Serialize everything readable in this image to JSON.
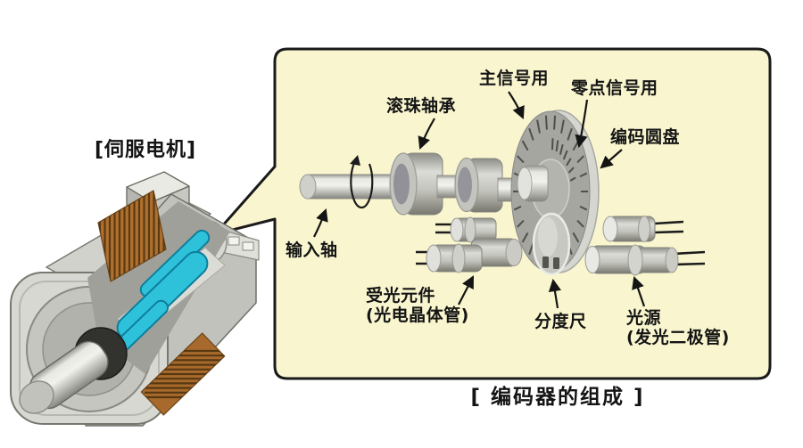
{
  "figure": {
    "caption": "[ 编码器的组成 ]",
    "motor_label": "[伺服电机]"
  },
  "encoder_labels": {
    "bearing": "滚珠轴承",
    "main_signal": "主信号用",
    "zero_signal": "零点信号用",
    "disc": "编码圆盘",
    "input_shaft": "输入轴",
    "receiver_line1": "受光元件",
    "receiver_line2": "(光电晶体管)",
    "scale": "分度尺",
    "source_line1": "光源",
    "source_line2": "(发光二极管)"
  },
  "colors": {
    "panel_fill": "#f9f6cf",
    "panel_border": "#1a1a1a",
    "text": "#141414",
    "metal_light": "#e9e9e3",
    "metal_mid": "#b8b8b2",
    "metal_dark": "#84847e",
    "disc_face": "#a6a6a0",
    "disc_rim": "#d6d6d0",
    "copper": "#b0702e",
    "copper_stripe": "#5a3a14",
    "rotor_cyan": "#2ec2da",
    "rotor_cyan_edge": "#0d7e9c",
    "core_dark": "#32322e"
  }
}
